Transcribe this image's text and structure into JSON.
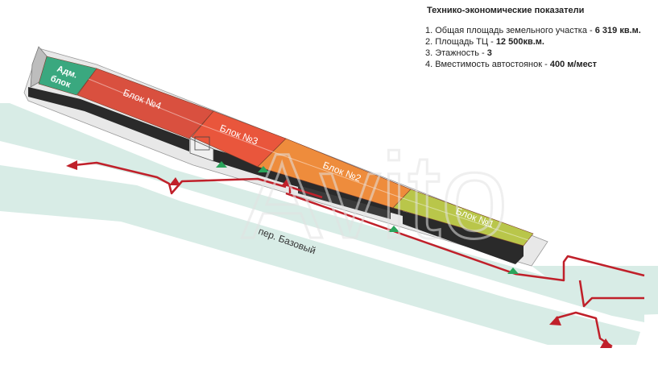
{
  "stats": {
    "title": "Технико-экономические показатели",
    "items": [
      {
        "label": "1. Общая площадь земельного участка - ",
        "value": "6 319 кв.м."
      },
      {
        "label": "2. Площадь ТЦ - ",
        "value": " 12 500кв.м."
      },
      {
        "label": "3. Этажность - ",
        "value": "3"
      },
      {
        "label": "4. Вместимость автостоянок - ",
        "value": "400 м/мест"
      }
    ]
  },
  "blocks": {
    "adm_line1": "Адм.",
    "adm_line2": "блок",
    "block4": "Блок №4",
    "block3": "Блок №3",
    "block2": "Блок №2",
    "block1": "Блок №1"
  },
  "street": "пер. Базовый",
  "watermark": "Avito",
  "colors": {
    "adm": "#3aa87f",
    "block4": "#d9503f",
    "block3": "#e9563c",
    "block2": "#ee8c3c",
    "block1": "#b9c64a",
    "road": "#d8ece6",
    "route": "#c0202a",
    "facade": "#2a2a2a"
  }
}
